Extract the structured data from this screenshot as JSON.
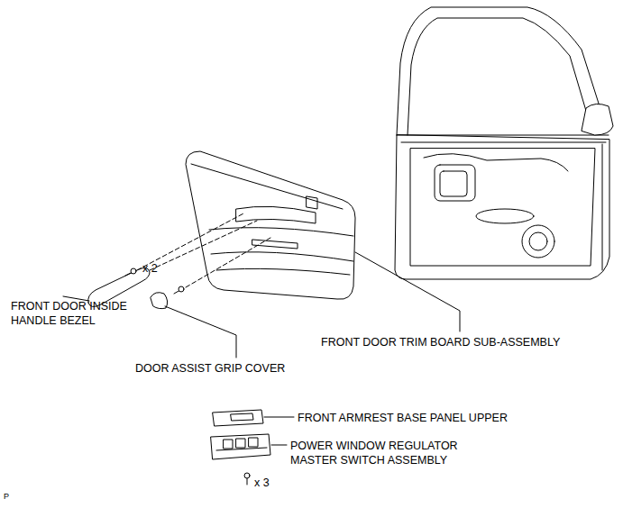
{
  "diagram": {
    "labels": [
      "FRONT DOOR INSIDE HANDLE BEZEL",
      "x 2",
      "DOOR ASSIST GRIP COVER",
      "FRONT DOOR TRIM BOARD SUB-ASSEMBLY",
      "FRONT ARMREST BASE PANEL UPPER",
      "POWER WINDOW REGULATOR MASTER SWITCH ASSEMBLY",
      "x 3",
      "P"
    ]
  }
}
